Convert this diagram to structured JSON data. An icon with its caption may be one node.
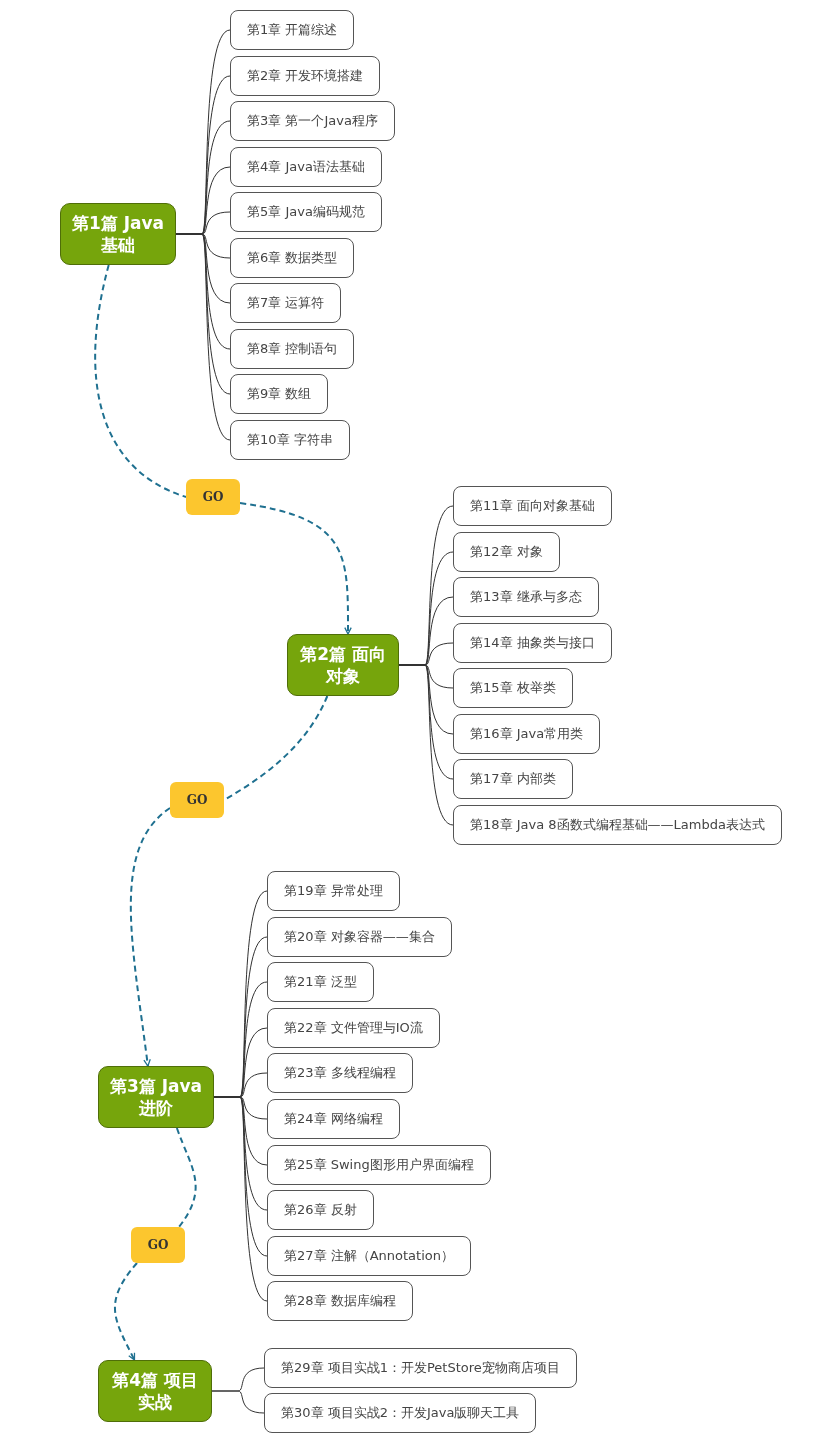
{
  "diagram": {
    "nodes": [
      {
        "text": [
          "第1篇 Java基础"
        ]
      },
      {
        "text": [
          "第1章 开篇综述"
        ]
      },
      {
        "text": [
          "第2章 开发环境搭建"
        ]
      },
      {
        "text": [
          "第3章 第一个Java程序"
        ]
      },
      {
        "text": [
          "第4章 Java语法基础"
        ]
      },
      {
        "text": [
          "第5章 Java编码规范"
        ]
      },
      {
        "text": [
          "第6章 数据类型"
        ]
      },
      {
        "text": [
          "第7章 运算符"
        ]
      },
      {
        "text": [
          "第8章 控制语句"
        ]
      },
      {
        "text": [
          "第9章 数组"
        ]
      },
      {
        "text": [
          "第10章 字符串"
        ]
      },
      {
        "text": [
          "GO"
        ]
      },
      {
        "text": [
          "第2篇 面向对象"
        ]
      },
      {
        "text": [
          "第11章 面向对象基础"
        ]
      },
      {
        "text": [
          "第12章 对象"
        ]
      },
      {
        "text": [
          "第13章 继承与多态"
        ]
      },
      {
        "text": [
          "第14章 抽象类与接口"
        ]
      },
      {
        "text": [
          "第15章 枚举类"
        ]
      },
      {
        "text": [
          "第16章 Java常用类"
        ]
      },
      {
        "text": [
          "第17章 内部类"
        ]
      },
      {
        "text": [
          "第18章 Java 8函数式编程基础——Lambda表达式"
        ]
      },
      {
        "text": [
          "GO"
        ]
      },
      {
        "text": [
          "第3篇 Java进阶"
        ]
      },
      {
        "text": [
          "第19章 异常处理"
        ]
      },
      {
        "text": [
          "第20章 对象容器——集合"
        ]
      },
      {
        "text": [
          "第21章 泛型"
        ]
      },
      {
        "text": [
          "第22章 文件管理与IO流"
        ]
      },
      {
        "text": [
          "第23章 多线程编程"
        ]
      },
      {
        "text": [
          "第24章 网络编程"
        ]
      },
      {
        "text": [
          "第25章 Swing图形用户界面编程"
        ]
      },
      {
        "text": [
          "第26章 反射"
        ]
      },
      {
        "text": [
          "第27章 注解（Annotation）"
        ]
      },
      {
        "text": [
          "第28章 数据库编程"
        ]
      },
      {
        "text": [
          "GO"
        ]
      },
      {
        "text": [
          "第4篇 项目实战"
        ]
      },
      {
        "text": [
          "第29章 项目实战1：开发PetStore宠物商店项目"
        ]
      },
      {
        "text": [
          "第30章 项目实战2：开发Java版聊天工具"
        ]
      }
    ],
    "edges": [
      {
        "from": 0,
        "to": 1,
        "arrow": "none"
      },
      {
        "from": 0,
        "to": 2,
        "arrow": "none"
      },
      {
        "from": 0,
        "to": 3,
        "arrow": "none"
      },
      {
        "from": 0,
        "to": 4,
        "arrow": "none"
      },
      {
        "from": 0,
        "to": 5,
        "arrow": "none"
      },
      {
        "from": 0,
        "to": 6,
        "arrow": "none"
      },
      {
        "from": 0,
        "to": 7,
        "arrow": "none"
      },
      {
        "from": 0,
        "to": 8,
        "arrow": "none"
      },
      {
        "from": 0,
        "to": 9,
        "arrow": "none"
      },
      {
        "from": 0,
        "to": 10,
        "arrow": "none"
      },
      {
        "from": 0,
        "to": 11,
        "arrow": "none",
        "style": "dashed",
        "color": "#1f7090"
      },
      {
        "from": 11,
        "to": 12,
        "arrow": "to",
        "style": "dashed",
        "color": "#1f7090"
      },
      {
        "from": 12,
        "to": 13,
        "arrow": "none"
      },
      {
        "from": 12,
        "to": 14,
        "arrow": "none"
      },
      {
        "from": 12,
        "to": 15,
        "arrow": "none"
      },
      {
        "from": 12,
        "to": 16,
        "arrow": "none"
      },
      {
        "from": 12,
        "to": 17,
        "arrow": "none"
      },
      {
        "from": 12,
        "to": 18,
        "arrow": "none"
      },
      {
        "from": 12,
        "to": 19,
        "arrow": "none"
      },
      {
        "from": 12,
        "to": 20,
        "arrow": "none"
      },
      {
        "from": 12,
        "to": 21,
        "arrow": "none",
        "style": "dashed",
        "color": "#1f7090"
      },
      {
        "from": 21,
        "to": 22,
        "arrow": "to",
        "style": "dashed",
        "color": "#1f7090"
      },
      {
        "from": 22,
        "to": 23,
        "arrow": "none"
      },
      {
        "from": 22,
        "to": 24,
        "arrow": "none"
      },
      {
        "from": 22,
        "to": 25,
        "arrow": "none"
      },
      {
        "from": 22,
        "to": 26,
        "arrow": "none"
      },
      {
        "from": 22,
        "to": 27,
        "arrow": "none"
      },
      {
        "from": 22,
        "to": 28,
        "arrow": "none"
      },
      {
        "from": 22,
        "to": 29,
        "arrow": "none"
      },
      {
        "from": 22,
        "to": 30,
        "arrow": "none"
      },
      {
        "from": 22,
        "to": 31,
        "arrow": "none"
      },
      {
        "from": 22,
        "to": 32,
        "arrow": "none"
      },
      {
        "from": 22,
        "to": 33,
        "arrow": "none",
        "style": "dashed",
        "color": "#1f7090"
      },
      {
        "from": 33,
        "to": 34,
        "arrow": "to",
        "style": "dashed",
        "color": "#1f7090"
      },
      {
        "from": 34,
        "to": 35,
        "arrow": "none"
      },
      {
        "from": 34,
        "to": 36,
        "arrow": "none"
      }
    ]
  }
}
